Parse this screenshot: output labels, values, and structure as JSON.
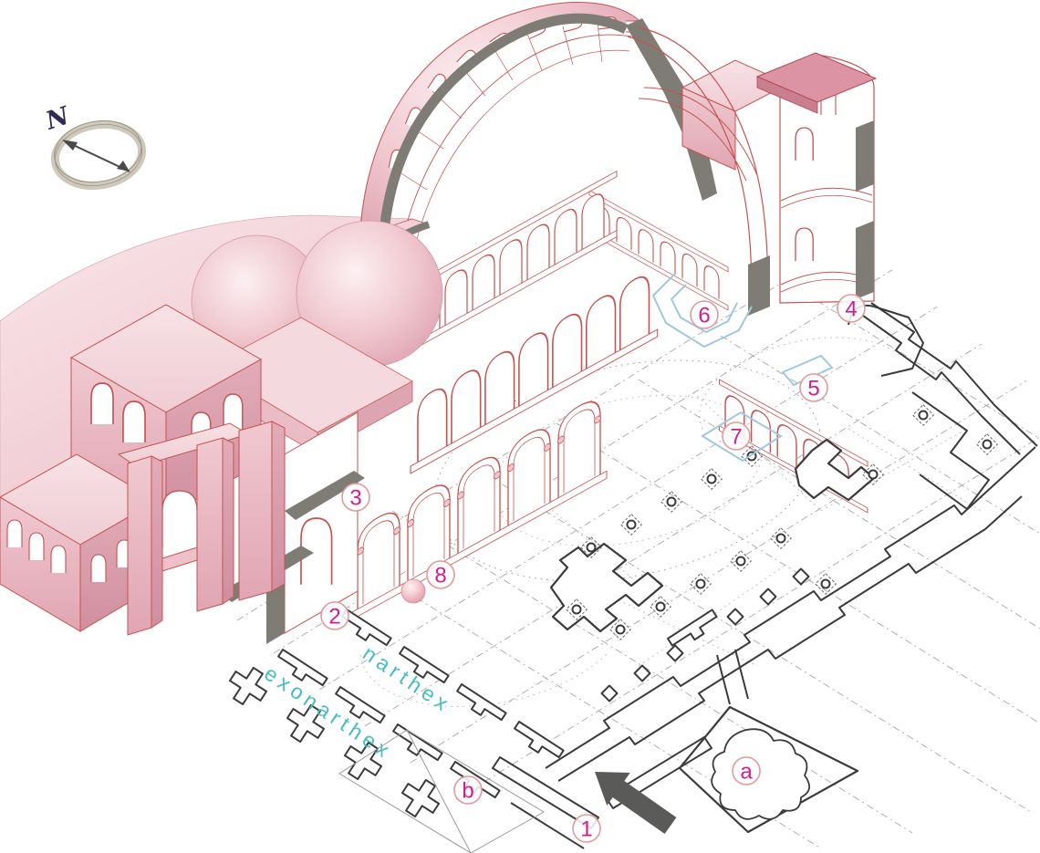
{
  "diagram": {
    "compass": {
      "north_label": "N"
    },
    "area_labels": {
      "narthex": "narthex",
      "exonarthex": "exonarthex"
    },
    "markers": {
      "m1": "1",
      "m2": "2",
      "m3": "3",
      "m4": "4",
      "m5": "5",
      "m6": "6",
      "m7": "7",
      "m8": "8",
      "ma": "a",
      "mb": "b"
    },
    "colors": {
      "building_fill_light": "#f6e0e5",
      "building_fill_mid": "#eec3cb",
      "building_fill_dark": "#dda2b0",
      "building_outline": "#c5534f",
      "section_cut_gray": "#7e7c74",
      "plan_line": "#3b3b3b",
      "guide_line": "#a8a8a8",
      "highlight_blue": "#9fc8dd",
      "marker_text": "#ce1e90",
      "marker_ring": "#e09a9b",
      "area_text": "#47bdbd",
      "arrow_gray": "#5a5a58",
      "compass_ring": "#cfc9bb",
      "north_text": "#2e2c55"
    }
  }
}
